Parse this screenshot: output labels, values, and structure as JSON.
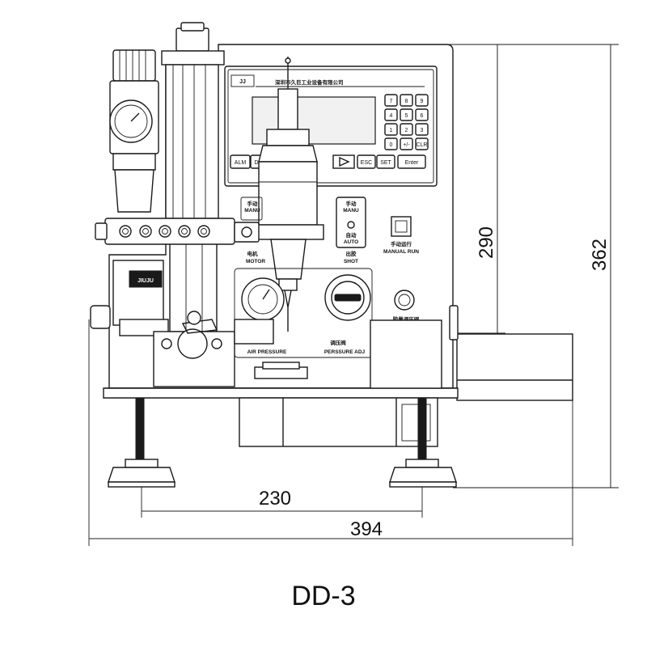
{
  "title": "DD-3",
  "dimensions": {
    "height_inner": "290",
    "height_outer": "362",
    "foot_spacing": "230",
    "total_width": "394"
  },
  "panel": {
    "company": "深圳市久巨工业设备有限公司",
    "keypad": [
      "7",
      "8",
      "9",
      "4",
      "5",
      "6",
      "1",
      "2",
      "3",
      "0",
      "+/-",
      "CLR"
    ],
    "buttons": [
      "ALM",
      "D",
      "ESC",
      "SET",
      "Enter"
    ],
    "manu_cn": "手动",
    "manu_en": "MANU",
    "auto_cn": "自动",
    "auto_en": "AUTO",
    "manual_run_cn": "手动运行",
    "manual_run_en": "MANUAL RUN",
    "shot_cn": "出胶",
    "shot_en": "SHOT",
    "motor_cn": "电机",
    "motor_en": "MOTOR",
    "air_pressure_en": "AIR PRESSURE",
    "regulator_cn": "调压阀",
    "regulator_en": "PERSSURE ADJ",
    "valve_knob_cn": "胶量调压阀",
    "left_manu_cn": "手动",
    "left_manu_en": "MANU",
    "badge": "JIUJU"
  }
}
